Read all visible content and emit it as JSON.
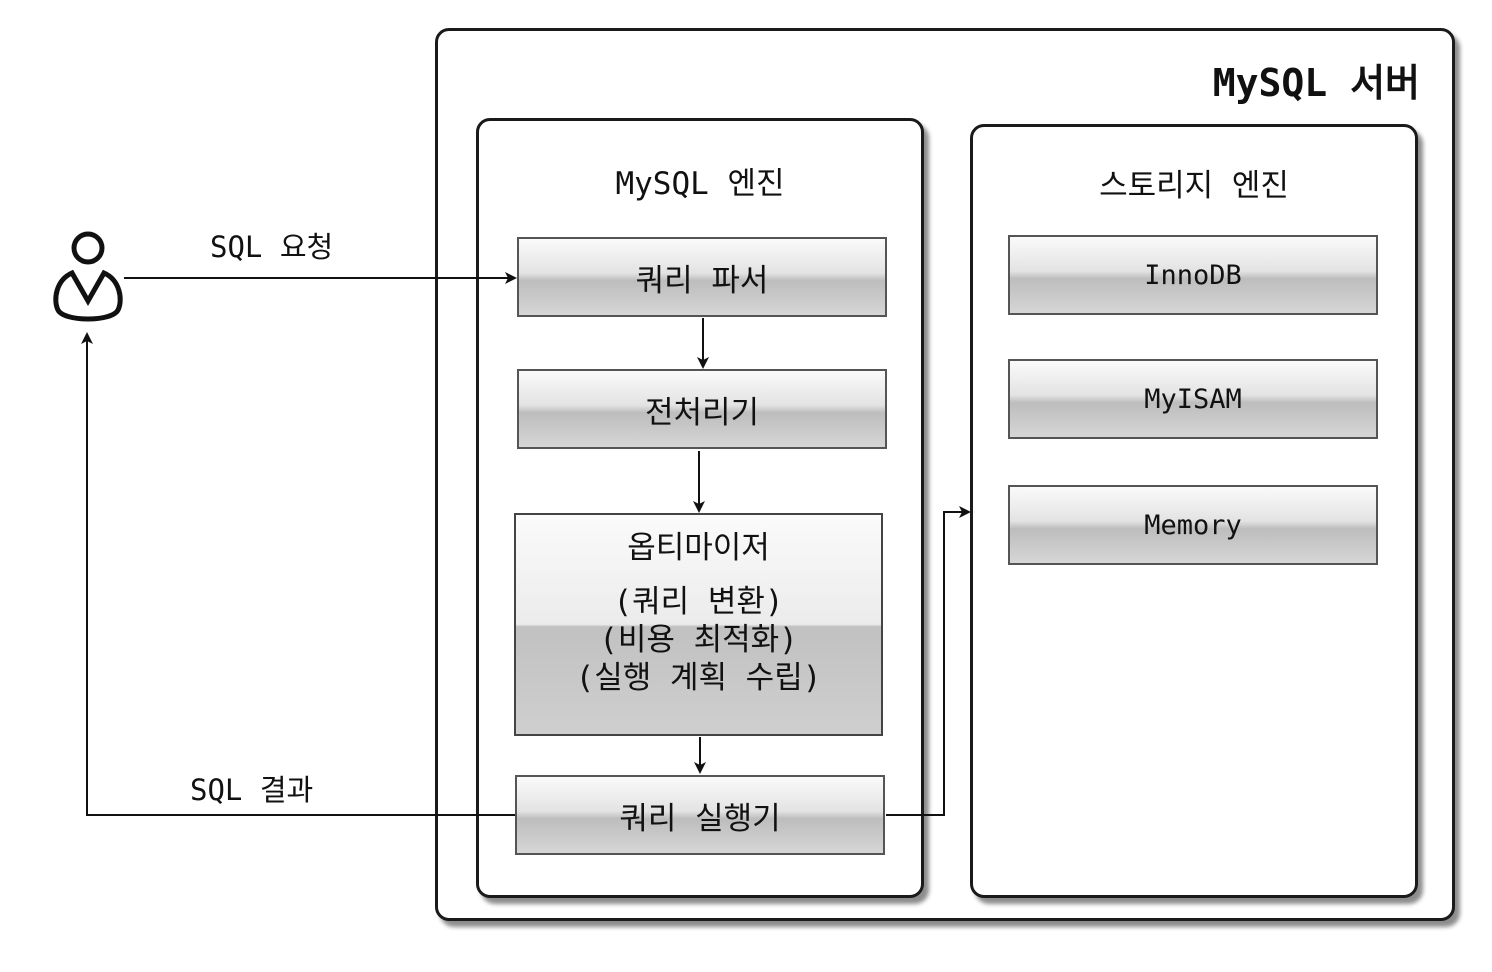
{
  "server": {
    "title": "MySQL 서버"
  },
  "mysql_engine": {
    "title": "MySQL 엔진",
    "parser": "쿼리 파서",
    "preprocessor": "전처리기",
    "optimizer": {
      "title": "옵티마이저",
      "lines": [
        "(쿼리 변환)",
        "(비용 최적화)",
        "(실행 계획 수립)"
      ]
    },
    "executor": "쿼리 실행기"
  },
  "storage_engine": {
    "title": "스토리지 엔진",
    "engines": [
      "InnoDB",
      "MyISAM",
      "Memory"
    ]
  },
  "flows": {
    "request": "SQL 요청",
    "result": "SQL 결과"
  }
}
